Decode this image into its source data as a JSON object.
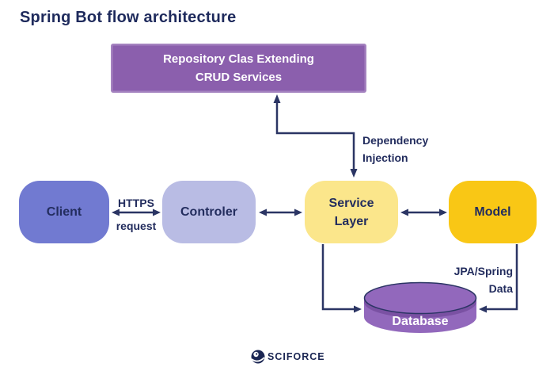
{
  "title": "Spring Bot flow architecture",
  "colors": {
    "title_text": "#1E2A5C",
    "label_text": "#232D5E",
    "arrow": "#2B3564",
    "repository_bg": "#8B5FAD",
    "client_bg": "#717AD1",
    "controller_bg": "#B9BCE4",
    "service_bg": "#FBE68B",
    "model_bg": "#F9C715",
    "database_bg": "#9268BC",
    "box_text_white": "#FFFFFF"
  },
  "nodes": {
    "repository": {
      "line1": "Repository Clas Extending",
      "line2": "CRUD Services"
    },
    "client": {
      "label": "Client"
    },
    "controller": {
      "label": "Controler"
    },
    "service": {
      "line1": "Service",
      "line2": "Layer"
    },
    "model": {
      "label": "Model"
    },
    "database": {
      "label": "Database"
    }
  },
  "edge_labels": {
    "https": {
      "line1": "HTTPS",
      "line2": "request"
    },
    "dependency": {
      "line1": "Dependency",
      "line2": "Injection"
    },
    "jpa": {
      "line1": "JPA/Spring",
      "line2": "Data"
    }
  },
  "footer": {
    "brand": "SCIFORCE"
  }
}
